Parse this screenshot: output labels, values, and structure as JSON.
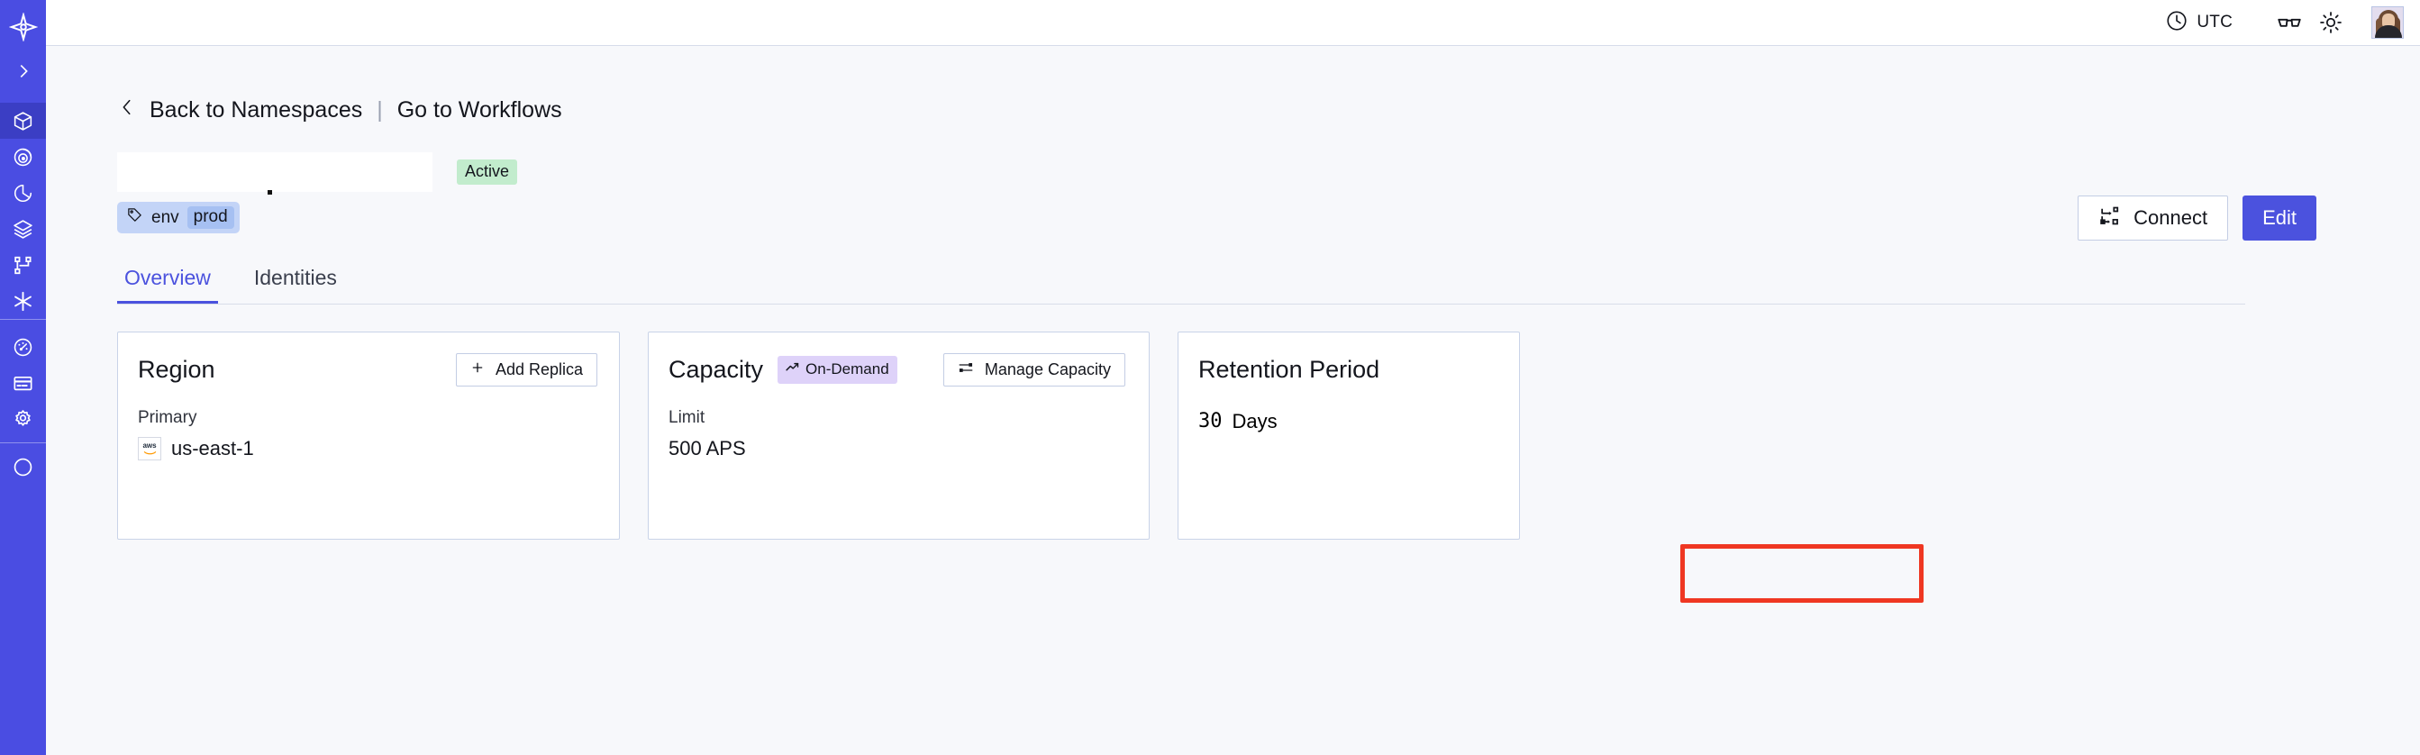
{
  "sidebar": {
    "items": [
      {
        "name": "logo",
        "icon": "temporal-logo-icon",
        "active": false
      },
      {
        "name": "expand",
        "icon": "chevron-right-icon",
        "active": false
      },
      {
        "name": "namespaces",
        "icon": "cube-icon",
        "active": true
      },
      {
        "name": "observability",
        "icon": "eye-radar-icon",
        "active": false
      },
      {
        "name": "history",
        "icon": "timer-icon",
        "active": false
      },
      {
        "name": "layers",
        "icon": "layers-icon",
        "active": false
      },
      {
        "name": "workflows",
        "icon": "git-branch-icon",
        "active": false
      },
      {
        "name": "integrations",
        "icon": "asterisk-icon",
        "active": false
      },
      {
        "name": "usage",
        "icon": "gauge-icon",
        "active": false
      },
      {
        "name": "billing",
        "icon": "credit-card-icon",
        "active": false
      },
      {
        "name": "settings",
        "icon": "gear-icon",
        "active": false
      }
    ]
  },
  "topbar": {
    "timezone_label": "UTC",
    "clock_icon": "clock-icon",
    "glasses_icon": "glasses-icon",
    "theme_icon": "sun-icon",
    "avatar_icon": "user-avatar"
  },
  "breadcrumb": {
    "back_icon": "chevron-left-icon",
    "back_label": "Back to Namespaces",
    "separator": "|",
    "forward_label": "Go to Workflows"
  },
  "header": {
    "namespace_name": "",
    "namespace_redacted": true,
    "status_badge": "Active",
    "status_badge_color": "#c2eccd",
    "connect_label": "Connect",
    "connect_icon": "connect-flow-icon",
    "edit_label": "Edit",
    "edit_color": "#4b52de",
    "tag": {
      "icon": "tag-icon",
      "key": "env",
      "value": "prod"
    }
  },
  "tabs": [
    {
      "label": "Overview",
      "active": true
    },
    {
      "label": "Identities",
      "active": false
    }
  ],
  "cards": {
    "region": {
      "title": "Region",
      "action_label": "Add Replica",
      "action_icon": "plus-icon",
      "sub_label": "Primary",
      "provider_icon": "aws-logo-icon",
      "provider_text": "aws",
      "value": "us-east-1"
    },
    "capacity": {
      "title": "Capacity",
      "badge_label": "On-Demand",
      "badge_icon": "trending-up-icon",
      "badge_color": "#ded2f9",
      "action_label": "Manage Capacity",
      "action_icon": "sliders-icon",
      "sub_label": "Limit",
      "value": "500 APS"
    },
    "retention": {
      "title": "Retention Period",
      "value_number": "30",
      "value_unit": "Days"
    }
  },
  "annotation": {
    "target": "manage-capacity-button",
    "color": "#ef3722"
  }
}
